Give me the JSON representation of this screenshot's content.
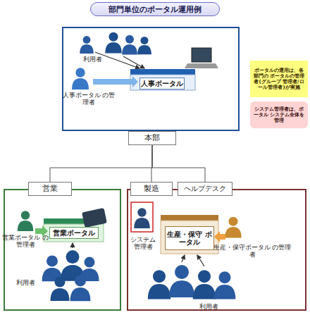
{
  "diagram": {
    "title": "部門単位のポータル運用例",
    "nodes": [
      {
        "text": [
          "利用者",
          "人事ポータル の管理者"
        ]
      },
      {
        "text": [
          "人事ポータル"
        ],
        "in": 0
      },
      {
        "text": [
          "本部"
        ]
      },
      {
        "text": [
          "営業"
        ]
      },
      {
        "text": [
          "営業ポータル の管理者",
          "利用者"
        ]
      },
      {
        "text": [
          "営業ポータル"
        ],
        "in": 4
      },
      {
        "text": [
          "製造"
        ]
      },
      {
        "text": [
          "ヘルプデスク"
        ]
      },
      {
        "text": [
          "システム 管理者",
          "生産・保守ポータル の管理者",
          "利用者"
        ]
      },
      {
        "text": [
          "生産・保守 ポータル"
        ],
        "in": 8
      },
      {
        "text": [
          "ポータルの運用は、各部門の ポータルの管理者(グループ 管理者/ロール管理者)が実施"
        ]
      },
      {
        "text": [
          "システム管理者は、ポータル システム全体を管理"
        ]
      }
    ],
    "edges": [
      {
        "from": 2,
        "to": 3,
        "arrow": "none"
      },
      {
        "from": 2,
        "to": 6,
        "arrow": "none"
      },
      {
        "from": 2,
        "to": 7,
        "arrow": "none"
      }
    ]
  }
}
